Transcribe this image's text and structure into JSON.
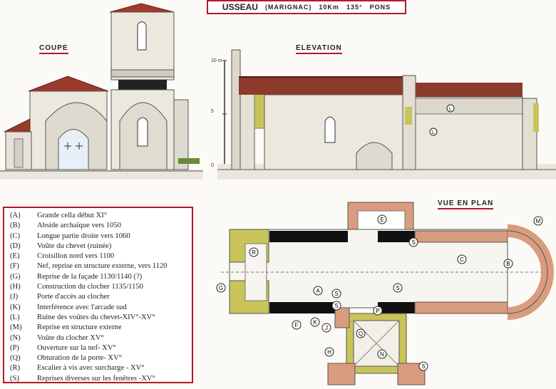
{
  "header": {
    "place": "USSEAU",
    "sub": "(MARIGNAC)",
    "distance": "10Km",
    "bearing": "135°",
    "town": "PONS"
  },
  "sections": {
    "coupe": "COUPE",
    "elevation": "ELEVATION",
    "plan": "VUE EN PLAN"
  },
  "scale": {
    "top": "10 m",
    "mid": "5",
    "zero": "0"
  },
  "legend": [
    {
      "code": "(A)",
      "text": "Grande cella début XI°"
    },
    {
      "code": "(B)",
      "text": "Abside archaïque vers 1050"
    },
    {
      "code": "(C)",
      "text": "Longue partie droite vers 1060"
    },
    {
      "code": "(D)",
      "text": "Voûte du chevet (ruinée)"
    },
    {
      "code": "(E)",
      "text": "Croisillon nord vers 1100"
    },
    {
      "code": "(F)",
      "text": "Nef, reprise en structure externe, vers 1120"
    },
    {
      "code": "(G)",
      "text": "Reprise de la façade 1130/1140 (?)"
    },
    {
      "code": "(H)",
      "text": "Construction du clocher 1135/1150"
    },
    {
      "code": "(J)",
      "text": "Porte d'accès au clocher"
    },
    {
      "code": "(K)",
      "text": "Interférence avec l'arcade sud"
    },
    {
      "code": "(L)",
      "text": "Ruine des voûtes du chevet-XIV°-XV°"
    },
    {
      "code": "(M)",
      "text": "Reprise en structure externe"
    },
    {
      "code": "(N)",
      "text": "Voûte du clocher XV°"
    },
    {
      "code": "(P)",
      "text": "Ouverture sur la nef-  XV°"
    },
    {
      "code": "(Q)",
      "text": "Obturation de la porte- XV°"
    },
    {
      "code": "(R)",
      "text": "Escalier à vis avec surcharge - XV°"
    },
    {
      "code": "(S)",
      "text": "Reprises diverses sur les fenêtres -XV°"
    }
  ],
  "plan_markers": [
    "A",
    "B",
    "C",
    "E",
    "F",
    "G",
    "H",
    "J",
    "K",
    "M",
    "N",
    "P",
    "Q",
    "R",
    "S",
    "S",
    "S",
    "S",
    "S"
  ],
  "elevation_markers": [
    "L",
    "L"
  ],
  "colors": {
    "accent": "#b5182a",
    "stone": "#e9e5dc",
    "roof": "#8c3a2b",
    "ochre": "#c7c45a",
    "salmon": "#d99c7e",
    "black": "#111111"
  }
}
